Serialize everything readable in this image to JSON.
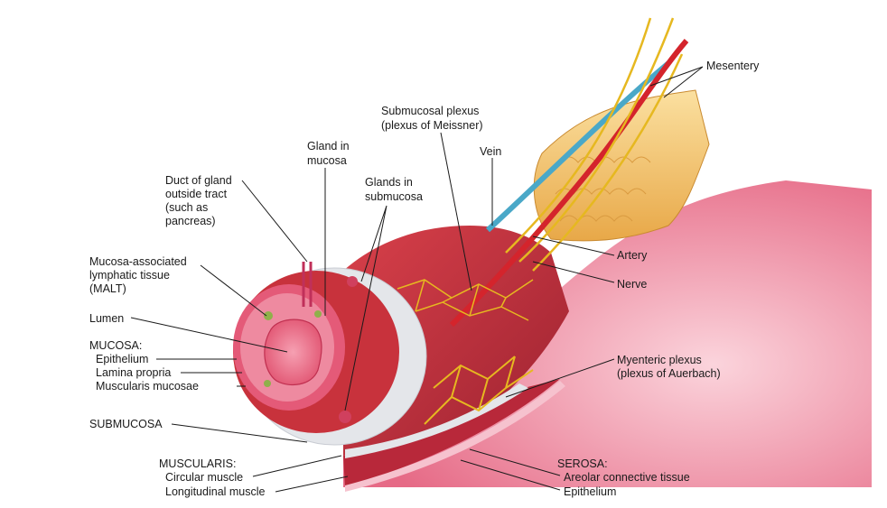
{
  "labels": {
    "mesentery": "Mesentery",
    "submucosal_plexus": [
      "Submucosal plexus",
      "(plexus of Meissner)"
    ],
    "vein": "Vein",
    "gland_in_mucosa": [
      "Gland in",
      "mucosa"
    ],
    "glands_in_submucosa": [
      "Glands in",
      "submucosa"
    ],
    "duct_of_gland": [
      "Duct of gland",
      "outside tract",
      "(such as",
      "pancreas)"
    ],
    "artery": "Artery",
    "nerve": "Nerve",
    "malt": [
      "Mucosa-associated",
      "lymphatic tissue",
      "(MALT)"
    ],
    "lumen": "Lumen",
    "mucosa": {
      "heading": "MUCOSA:",
      "items": [
        "Epithelium",
        "Lamina propria",
        "Muscularis mucosae"
      ]
    },
    "myenteric_plexus": [
      "Myenteric plexus",
      "(plexus of Auerbach)"
    ],
    "submucosa": "SUBMUCOSA",
    "muscularis": {
      "heading": "MUSCULARIS:",
      "items": [
        "Circular muscle",
        "Longitudinal muscle"
      ]
    },
    "serosa": {
      "heading": "SEROSA:",
      "items": [
        "Areolar connective tissue",
        "Epithelium"
      ]
    }
  },
  "colors": {
    "muscle": "#c8323c",
    "muscle_dark": "#8e1f2a",
    "serosa_pink": "#f3a6b4",
    "submucosa": "#e4e6ea",
    "mucosa": "#e45a78",
    "lumen": "#f07a92",
    "fat": "#f6c06a",
    "nerve": "#e6b820",
    "artery": "#d4242c",
    "vein": "#4aa8c8"
  }
}
